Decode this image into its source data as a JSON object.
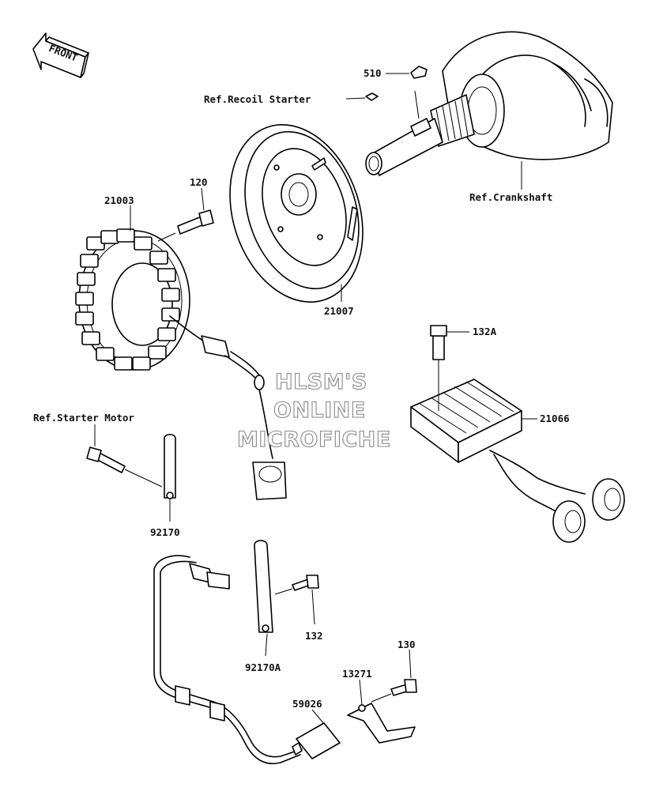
{
  "front_badge": "FRONT",
  "watermark": {
    "line1": "HLSM'S",
    "line2": "ONLINE",
    "line3": "MICROFICHE"
  },
  "labels": {
    "p510": "510",
    "ref_recoil_starter": "Ref.Recoil Starter",
    "ref_crankshaft": "Ref.Crankshaft",
    "p120": "120",
    "p21003": "21003",
    "p21007": "21007",
    "p132a": "132A",
    "p21066": "21066",
    "ref_starter_motor": "Ref.Starter Motor",
    "p92170": "92170",
    "p132": "132",
    "p92170a": "92170A",
    "p130": "130",
    "p13271": "13271",
    "p59026": "59026"
  }
}
